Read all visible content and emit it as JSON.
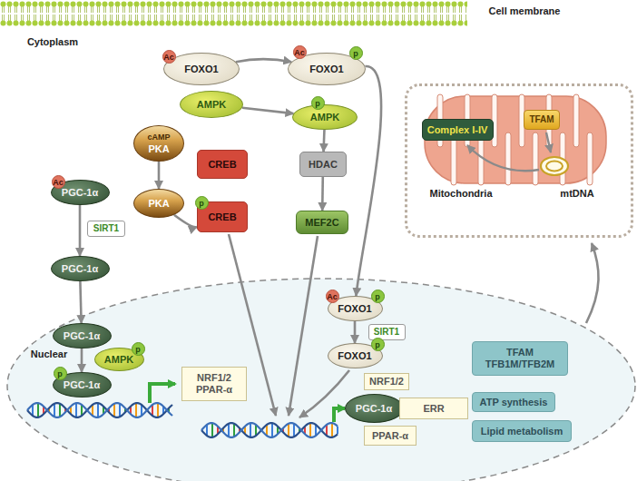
{
  "diagram": {
    "nodes": [
      {
        "text": [
          "FOXO1"
        ]
      },
      {
        "text": [
          "FOXO1"
        ]
      },
      {
        "text": [
          "AMPK"
        ]
      },
      {
        "text": [
          "AMPK"
        ]
      },
      {
        "text": [
          "cAMP",
          "PKA"
        ]
      },
      {
        "text": [
          "CREB"
        ]
      },
      {
        "text": [
          "HDAC"
        ]
      },
      {
        "text": [
          "PGC-1α"
        ]
      },
      {
        "text": [
          "SIRT1"
        ]
      },
      {
        "text": [
          "PGC-1α"
        ]
      },
      {
        "text": [
          "PKA"
        ]
      },
      {
        "text": [
          "CREB"
        ]
      },
      {
        "text": [
          "MEF2C"
        ]
      },
      {
        "text": [
          "Mitochondria"
        ]
      },
      {
        "text": [
          "Complex I-IV"
        ],
        "in": 13
      },
      {
        "text": [
          "TFAM"
        ],
        "in": 13
      },
      {
        "text": [
          "FOXO1"
        ]
      },
      {
        "text": [
          "SIRT1"
        ]
      },
      {
        "text": [
          "FOXO1"
        ]
      },
      {
        "text": [
          "PGC-1α"
        ]
      },
      {
        "text": [
          "AMPK"
        ]
      },
      {
        "text": [
          "PGC-1α"
        ]
      },
      {
        "text": [
          "NRF1/2 PPAR-α"
        ]
      },
      {
        "text": [
          "TFAM TFB1M/TFB2M"
        ]
      },
      {
        "text": [
          "NRF1/2"
        ]
      },
      {
        "text": [
          "PGC-1α"
        ]
      },
      {
        "text": [
          "ERR"
        ]
      },
      {
        "text": [
          "ATP synthesis"
        ]
      },
      {
        "text": [
          "PPAR-α"
        ]
      },
      {
        "text": [
          "Lipid metabolism"
        ]
      }
    ],
    "edges": [
      {
        "from": 0,
        "to": 1,
        "arrow": "to"
      },
      {
        "from": 1,
        "to": 16,
        "arrow": "to"
      },
      {
        "from": 2,
        "to": 3,
        "arrow": "to"
      },
      {
        "from": 3,
        "to": 6,
        "arrow": "to"
      },
      {
        "from": 6,
        "to": 12,
        "arrow": "to"
      },
      {
        "from": 4,
        "to": 10,
        "arrow": "to"
      },
      {
        "from": 10,
        "to": 11,
        "arrow": "to"
      },
      {
        "from": 7,
        "to": 9,
        "arrow": "to"
      },
      {
        "from": 9,
        "to": 19,
        "arrow": "to"
      },
      {
        "from": 19,
        "to": 21,
        "arrow": "to"
      },
      {
        "from": 16,
        "to": 18,
        "arrow": "to"
      }
    ],
    "labels": [
      "Cell membrane",
      "Cytoplasm",
      "Nuclear",
      "mtDNA",
      "Ac",
      "Ac",
      "p",
      "p",
      "p",
      "Ac",
      "p",
      "p",
      "Ac",
      "p",
      "p"
    ]
  }
}
